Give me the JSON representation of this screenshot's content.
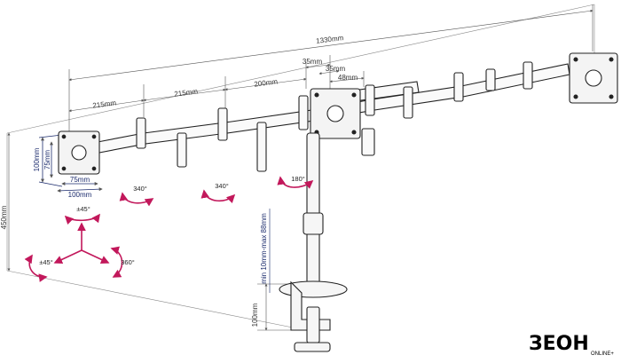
{
  "dimensions": {
    "overall_width": "1330mm",
    "seg_a": "215mm",
    "seg_b": "215mm",
    "seg_c": "200mm",
    "seg_d": "35mm",
    "seg_e": "35mm",
    "seg_f": "48mm",
    "height": "450mm",
    "clamp_depth": "100mm",
    "clamp_range": "min 10mm-max 88mm",
    "vesa_w_outer": "100mm",
    "vesa_w_inner": "75mm",
    "vesa_h_outer": "100mm",
    "vesa_h_inner": "75mm"
  },
  "rotations": {
    "swivel_1": "340°",
    "swivel_2": "340°",
    "swivel_3": "180°",
    "tilt": "±45°",
    "tilt_side": "±45°",
    "rotate": "360°"
  },
  "brand": {
    "logo": "ЗЕОН",
    "sub": "ONLINE+"
  },
  "colors": {
    "line": "#333333",
    "dim": "#555555",
    "blue": "#1a2a6c",
    "pink": "#c2185b"
  }
}
